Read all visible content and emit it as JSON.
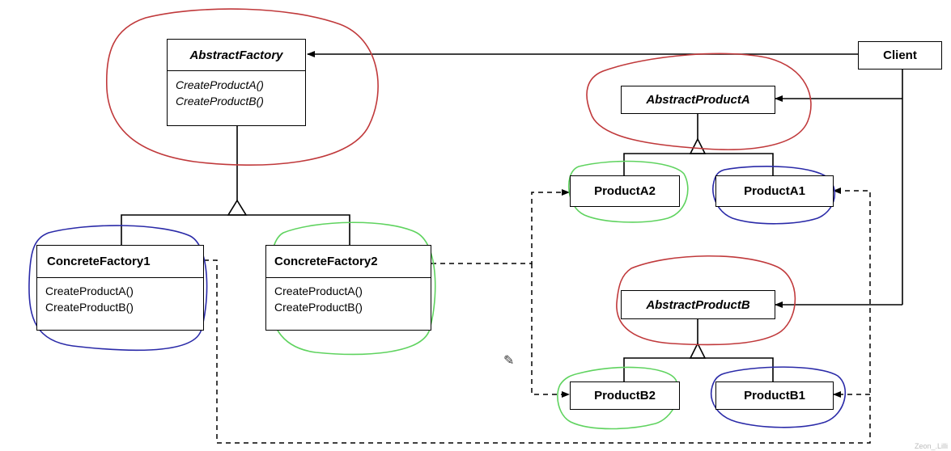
{
  "diagram": {
    "abstract_factory": {
      "name": "AbstractFactory",
      "operations": [
        "CreateProductA()",
        "CreateProductB()"
      ]
    },
    "concrete_factory_1": {
      "name": "ConcreteFactory1",
      "operations": [
        "CreateProductA()",
        "CreateProductB()"
      ]
    },
    "concrete_factory_2": {
      "name": "ConcreteFactory2",
      "operations": [
        "CreateProductA()",
        "CreateProductB()"
      ]
    },
    "client": {
      "name": "Client"
    },
    "abstract_product_a": {
      "name": "AbstractProductA"
    },
    "abstract_product_b": {
      "name": "AbstractProductB"
    },
    "product_a1": {
      "name": "ProductA1"
    },
    "product_a2": {
      "name": "ProductA2"
    },
    "product_b1": {
      "name": "ProductB1"
    },
    "product_b2": {
      "name": "ProductB2"
    },
    "watermark": "Zeon_.Lilli"
  },
  "colors": {
    "line": "#000000",
    "annotation_red": "#c0393b",
    "annotation_blue": "#2a2aa8",
    "annotation_green": "#5fd35f"
  }
}
